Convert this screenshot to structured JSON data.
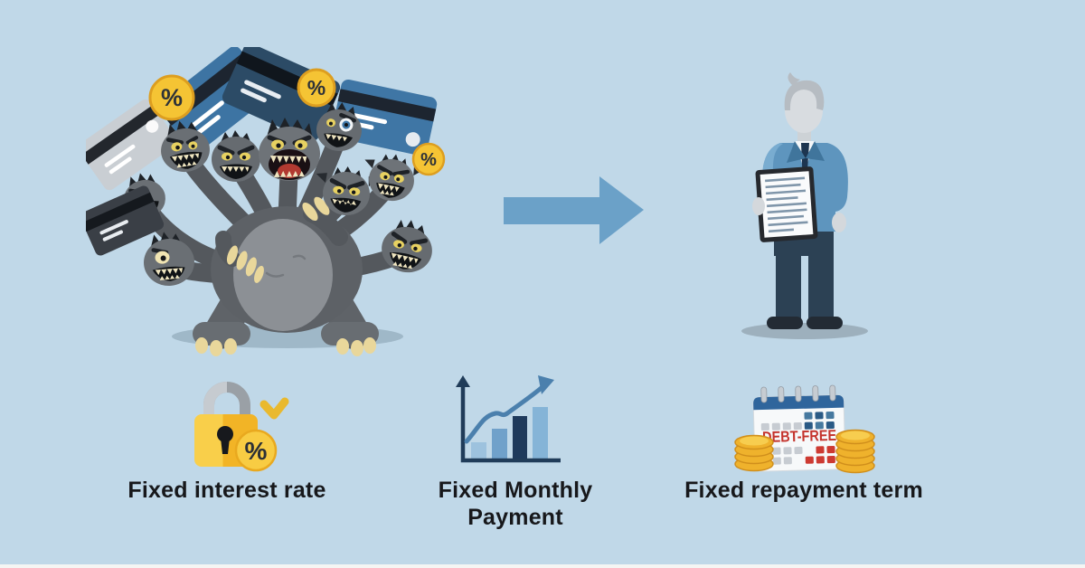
{
  "page": {
    "background_color": "#c0d8e8",
    "bottom_strip_color": "#f5f5f3",
    "text_color": "#17181b"
  },
  "monster": {
    "icon": "debt-monster-icon",
    "percent_symbol": "%",
    "colors": {
      "body": "#5d6166",
      "belly": "#8c9095",
      "spikes": "#1e2227",
      "card_blue": "#3d74a3",
      "card_navy": "#2c4b66",
      "card_silver": "#c9ced3",
      "card_dark": "#3a3f46",
      "coin_gold": "#f5c434"
    }
  },
  "arrow": {
    "icon": "right-arrow-icon",
    "direction": "right",
    "color": "#6ba1c8"
  },
  "man": {
    "icon": "businessman-document-icon",
    "colors": {
      "jacket": "#5e95be",
      "trousers": "#2c4154",
      "tie": "#1d3550"
    }
  },
  "features": [
    {
      "icon": "padlock-percent-icon",
      "label": "Fixed interest rate",
      "percent_symbol": "%"
    },
    {
      "icon": "growth-chart-icon",
      "label": "Fixed Monthly Payment"
    },
    {
      "icon": "debt-free-calendar-icon",
      "label": "Fixed repayment term",
      "calendar_text": "DEBT-FREE"
    }
  ]
}
